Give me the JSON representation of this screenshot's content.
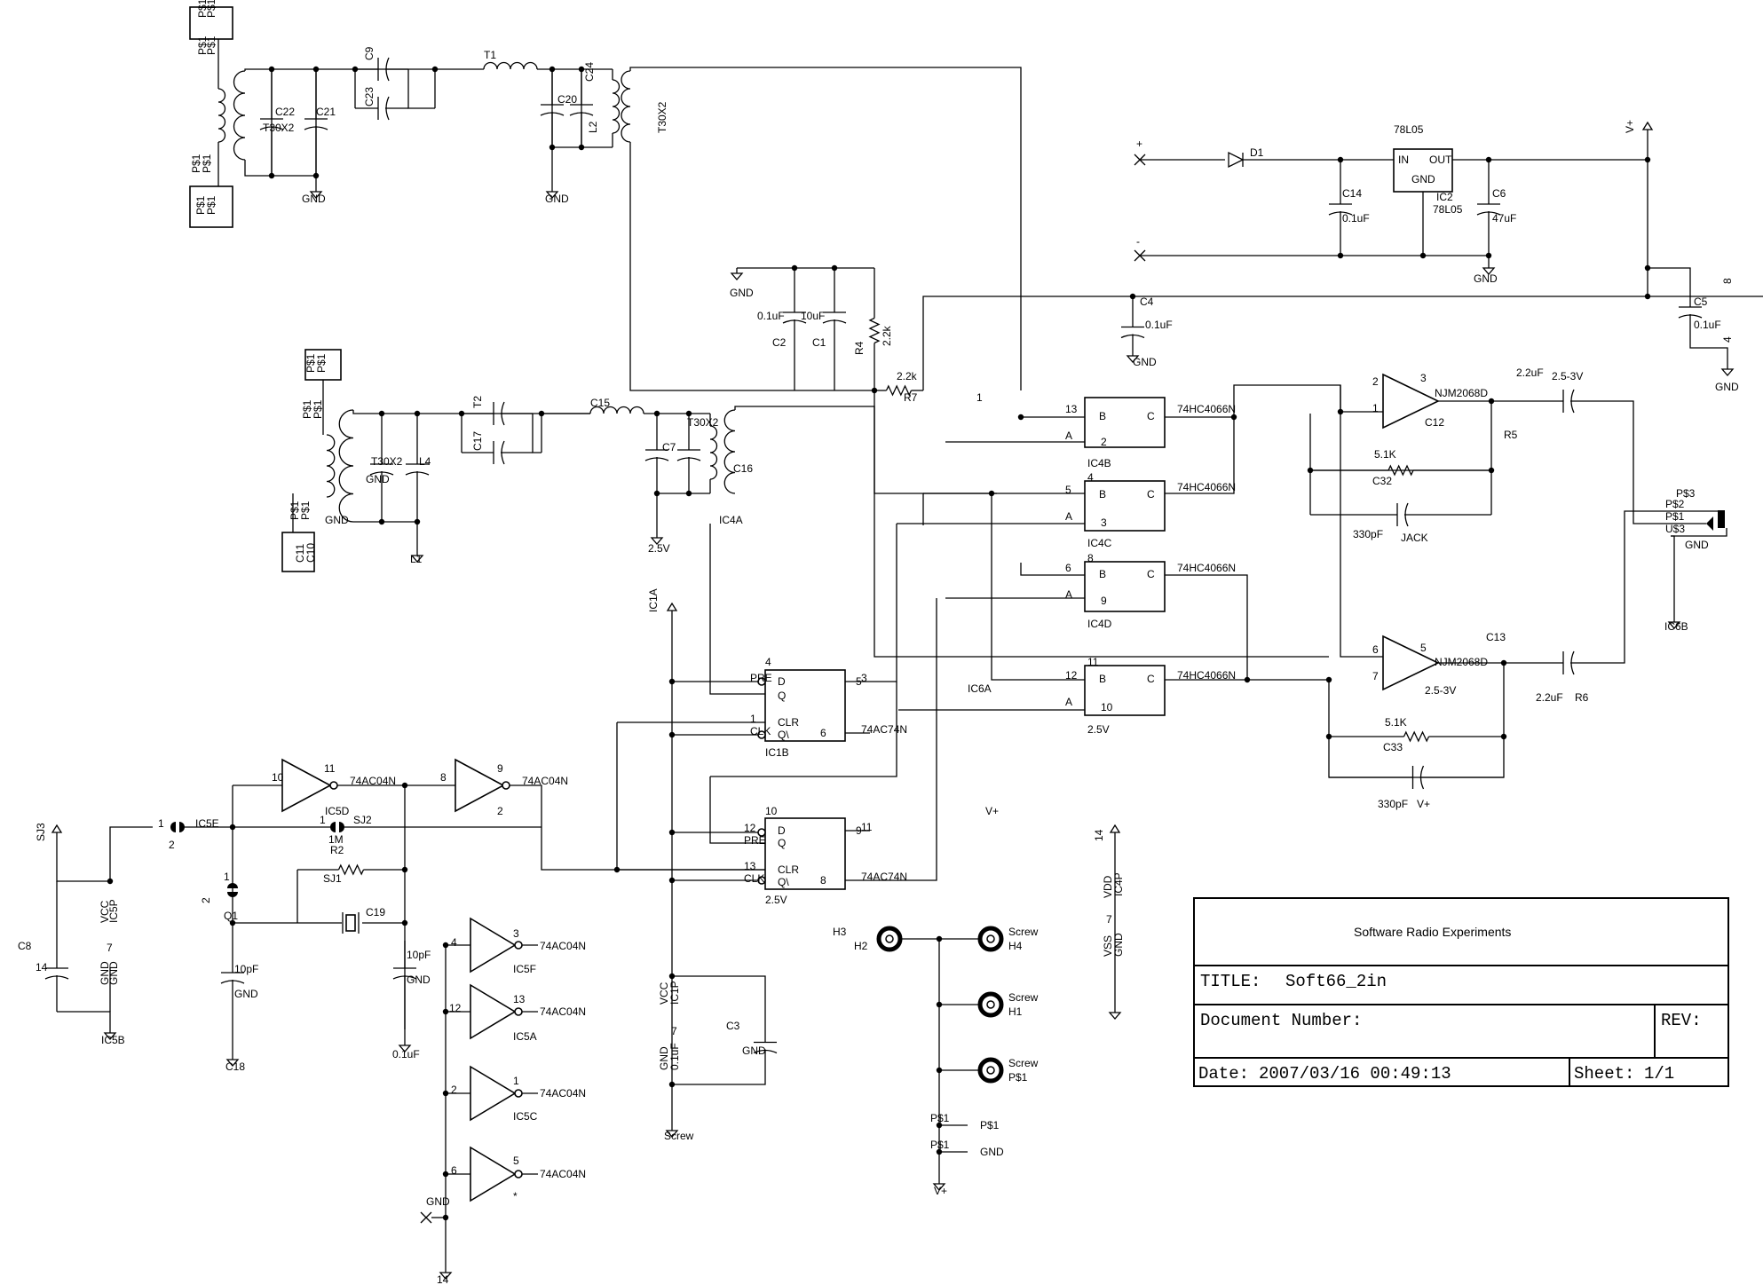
{
  "title_block": {
    "project": "Software Radio Experiments",
    "title_label": "TITLE:",
    "title": "Soft66_2in",
    "doc_label": "Document Number:",
    "rev_label": "REV:",
    "date_label": "Date:",
    "date": "2007/03/16 00:49:13",
    "sheet_label": "Sheet:",
    "sheet": "1/1"
  },
  "labels": [
    {
      "t": "P$1"
    },
    {
      "t": "P$1"
    },
    {
      "t": "P$1"
    },
    {
      "t": "P$1"
    },
    {
      "t": "P$1"
    },
    {
      "t": "P$1"
    },
    {
      "t": "P$1"
    },
    {
      "t": "P$1"
    },
    {
      "t": "C9"
    },
    {
      "t": "C23"
    },
    {
      "t": "T1"
    },
    {
      "t": "C24"
    },
    {
      "t": "C20"
    },
    {
      "t": "L2"
    },
    {
      "t": "T30X2"
    },
    {
      "t": "C22"
    },
    {
      "t": "C21"
    },
    {
      "t": "T30X2"
    },
    {
      "t": "GND"
    },
    {
      "t": "GND"
    },
    {
      "t": "GND"
    },
    {
      "t": "0.1uF"
    },
    {
      "t": "10uF"
    },
    {
      "t": "C2"
    },
    {
      "t": "C1"
    },
    {
      "t": "R4"
    },
    {
      "t": "2.2k"
    },
    {
      "t": "2.2k"
    },
    {
      "t": "R7"
    },
    {
      "t": "+"
    },
    {
      "t": "D1"
    },
    {
      "t": "78L05"
    },
    {
      "t": "IN"
    },
    {
      "t": "OUT"
    },
    {
      "t": "GND"
    },
    {
      "t": "IC2"
    },
    {
      "t": "78L05"
    },
    {
      "t": "C14"
    },
    {
      "t": "0.1uF"
    },
    {
      "t": "C6"
    },
    {
      "t": "47uF"
    },
    {
      "t": "-"
    },
    {
      "t": "GND"
    },
    {
      "t": "V+"
    },
    {
      "t": "C4"
    },
    {
      "t": "0.1uF"
    },
    {
      "t": "GND"
    },
    {
      "t": "C5"
    },
    {
      "t": "0.1uF"
    },
    {
      "t": "8"
    },
    {
      "t": "4"
    },
    {
      "t": "GND"
    },
    {
      "t": "P$1"
    },
    {
      "t": "P$1"
    },
    {
      "t": "P$1"
    },
    {
      "t": "P$1"
    },
    {
      "t": "P$1"
    },
    {
      "t": "P$1"
    },
    {
      "t": "C11"
    },
    {
      "t": "C10"
    },
    {
      "t": "T2"
    },
    {
      "t": "C17"
    },
    {
      "t": "C15"
    },
    {
      "t": "T30X2"
    },
    {
      "t": "C7"
    },
    {
      "t": "C16"
    },
    {
      "t": "T30X2"
    },
    {
      "t": "L4"
    },
    {
      "t": "GND"
    },
    {
      "t": "GND"
    },
    {
      "t": "L1"
    },
    {
      "t": "2.5V"
    },
    {
      "t": "IC4A"
    },
    {
      "t": "1"
    },
    {
      "t": "13"
    },
    {
      "t": "A"
    },
    {
      "t": "B"
    },
    {
      "t": "C"
    },
    {
      "t": "2"
    },
    {
      "t": "74HC4066N"
    },
    {
      "t": "IC4B"
    },
    {
      "t": "4"
    },
    {
      "t": "5"
    },
    {
      "t": "A"
    },
    {
      "t": "B"
    },
    {
      "t": "C"
    },
    {
      "t": "3"
    },
    {
      "t": "74HC4066N"
    },
    {
      "t": "IC4C"
    },
    {
      "t": "8"
    },
    {
      "t": "6"
    },
    {
      "t": "A"
    },
    {
      "t": "B"
    },
    {
      "t": "C"
    },
    {
      "t": "9"
    },
    {
      "t": "74HC4066N"
    },
    {
      "t": "IC4D"
    },
    {
      "t": "11"
    },
    {
      "t": "12"
    },
    {
      "t": "A"
    },
    {
      "t": "B"
    },
    {
      "t": "C"
    },
    {
      "t": "10"
    },
    {
      "t": "74HC4066N"
    },
    {
      "t": "2.5V"
    },
    {
      "t": "IC6A"
    },
    {
      "t": "3"
    },
    {
      "t": "2"
    },
    {
      "t": "1"
    },
    {
      "t": "NJM2068D"
    },
    {
      "t": "C12"
    },
    {
      "t": "2.2uF"
    },
    {
      "t": "2.5-3V"
    },
    {
      "t": "R5"
    },
    {
      "t": "5.1K"
    },
    {
      "t": "C32"
    },
    {
      "t": "330pF"
    },
    {
      "t": "JACK"
    },
    {
      "t": "P$3"
    },
    {
      "t": "P$2"
    },
    {
      "t": "P$1"
    },
    {
      "t": "U$3"
    },
    {
      "t": "GND"
    },
    {
      "t": "IC6B"
    },
    {
      "t": "5"
    },
    {
      "t": "6"
    },
    {
      "t": "7"
    },
    {
      "t": "NJM2068D"
    },
    {
      "t": "2.5-3V"
    },
    {
      "t": "C13"
    },
    {
      "t": "2.2uF"
    },
    {
      "t": "R6"
    },
    {
      "t": "5.1K"
    },
    {
      "t": "C33"
    },
    {
      "t": "330pF"
    },
    {
      "t": "V+"
    },
    {
      "t": "IC1A"
    },
    {
      "t": "4"
    },
    {
      "t": "PRE"
    },
    {
      "t": "D"
    },
    {
      "t": "Q"
    },
    {
      "t": "5"
    },
    {
      "t": "3"
    },
    {
      "t": "1"
    },
    {
      "t": "CLK"
    },
    {
      "t": "CLR"
    },
    {
      "t": "Q\\"
    },
    {
      "t": "6"
    },
    {
      "t": "74AC74N"
    },
    {
      "t": "IC1B"
    },
    {
      "t": "10"
    },
    {
      "t": "12"
    },
    {
      "t": "PRE"
    },
    {
      "t": "D"
    },
    {
      "t": "Q"
    },
    {
      "t": "9"
    },
    {
      "t": "11"
    },
    {
      "t": "13"
    },
    {
      "t": "CLK"
    },
    {
      "t": "CLR"
    },
    {
      "t": "Q\\"
    },
    {
      "t": "8"
    },
    {
      "t": "74AC74N"
    },
    {
      "t": "2.5V"
    },
    {
      "t": "V+"
    },
    {
      "t": "SJ3"
    },
    {
      "t": "2"
    },
    {
      "t": "1"
    },
    {
      "t": "IC5E"
    },
    {
      "t": "11"
    },
    {
      "t": "10"
    },
    {
      "t": "74AC04N"
    },
    {
      "t": "IC5D"
    },
    {
      "t": "9"
    },
    {
      "t": "8"
    },
    {
      "t": "74AC04N"
    },
    {
      "t": "2"
    },
    {
      "t": "1"
    },
    {
      "t": "SJ2"
    },
    {
      "t": "1M"
    },
    {
      "t": "R2"
    },
    {
      "t": "SJ1"
    },
    {
      "t": "2"
    },
    {
      "t": "1"
    },
    {
      "t": "Q1"
    },
    {
      "t": "C19"
    },
    {
      "t": "10pF"
    },
    {
      "t": "GND"
    },
    {
      "t": "C18"
    },
    {
      "t": "10pF"
    },
    {
      "t": "GND"
    },
    {
      "t": "0.1uF"
    },
    {
      "t": "C8"
    },
    {
      "t": "14"
    },
    {
      "t": "VCC"
    },
    {
      "t": "IC5P"
    },
    {
      "t": "7"
    },
    {
      "t": "GND"
    },
    {
      "t": "GND"
    },
    {
      "t": "IC5B"
    },
    {
      "t": "3"
    },
    {
      "t": "4"
    },
    {
      "t": "74AC04N"
    },
    {
      "t": "IC5F"
    },
    {
      "t": "13"
    },
    {
      "t": "12"
    },
    {
      "t": "74AC04N"
    },
    {
      "t": "IC5A"
    },
    {
      "t": "1"
    },
    {
      "t": "2"
    },
    {
      "t": "74AC04N"
    },
    {
      "t": "IC5C"
    },
    {
      "t": "5"
    },
    {
      "t": "6"
    },
    {
      "t": "74AC04N"
    },
    {
      "t": "*"
    },
    {
      "t": "GND"
    },
    {
      "t": "14"
    },
    {
      "t": "VCC"
    },
    {
      "t": "IC1P"
    },
    {
      "t": "7"
    },
    {
      "t": "GND"
    },
    {
      "t": "0.1uF"
    },
    {
      "t": "C3"
    },
    {
      "t": "GND"
    },
    {
      "t": "Screw"
    },
    {
      "t": "H3"
    },
    {
      "t": "H2"
    },
    {
      "t": "Screw"
    },
    {
      "t": "H4"
    },
    {
      "t": "Screw"
    },
    {
      "t": "H1"
    },
    {
      "t": "Screw"
    },
    {
      "t": "P$1"
    },
    {
      "t": "P$1"
    },
    {
      "t": "P$1"
    },
    {
      "t": "P$1"
    },
    {
      "t": "GND"
    },
    {
      "t": "V+"
    },
    {
      "t": "14"
    },
    {
      "t": "VDD"
    },
    {
      "t": "IC4P"
    },
    {
      "t": "7"
    },
    {
      "t": "VSS"
    },
    {
      "t": "GND"
    }
  ]
}
